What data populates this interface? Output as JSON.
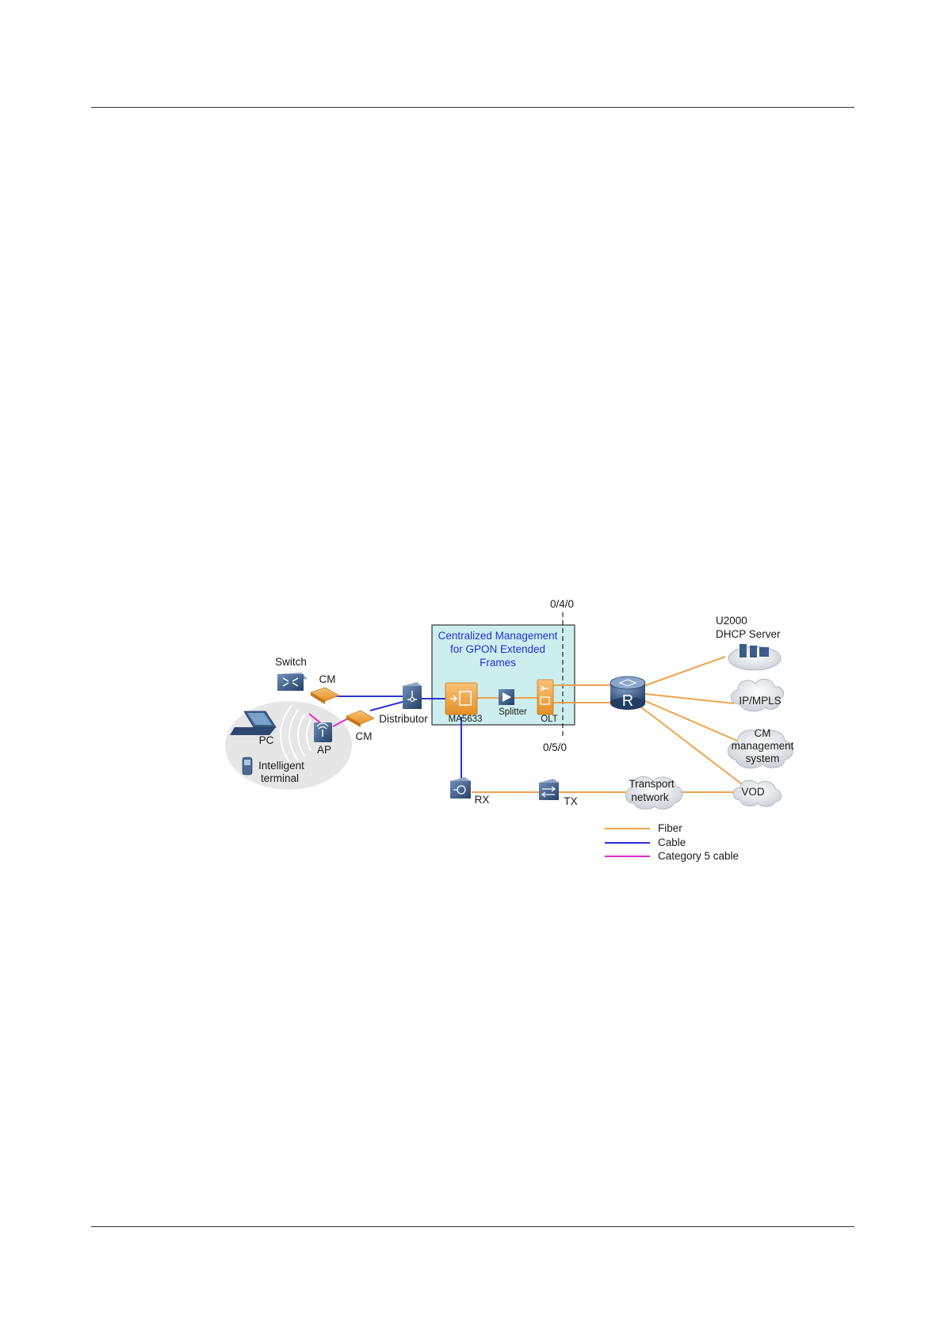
{
  "labels": {
    "port_top": "0/4/0",
    "port_bottom": "0/5/0",
    "central_title": [
      "Centralized Management",
      "for GPON Extended",
      "Frames"
    ],
    "u2000": "U2000",
    "dhcp_server": "DHCP Server",
    "switch": "Switch",
    "cm_top": "CM",
    "cm_bottom": "CM",
    "distributor": "Distributor",
    "ma5633": "MA5633",
    "splitter": "Splitter",
    "olt": "OLT",
    "pc": "PC",
    "ap": "AP",
    "intelligent_terminal": [
      "Intelligent",
      "terminal"
    ],
    "ip_mpls": "IP/MPLS",
    "cm_management_system": [
      "CM",
      "management",
      "system"
    ],
    "rx": "RX",
    "tx": "TX",
    "transport_network": [
      "Transport",
      "network"
    ],
    "vod": "VOD",
    "router_letter": "R"
  },
  "legend": [
    {
      "label": "Fiber",
      "color": "#f0a24e"
    },
    {
      "label": "Cable",
      "color": "#2a33d6"
    },
    {
      "label": "Category 5 cable",
      "color": "#e02bd0"
    }
  ],
  "colors": {
    "fiber": "#f0a24e",
    "cable": "#2a33d6",
    "cat5": "#e02bd0",
    "central_box_fill": "#cdeeee",
    "device_blue": "#2f4f7a",
    "device_orange": "#f2a540"
  }
}
